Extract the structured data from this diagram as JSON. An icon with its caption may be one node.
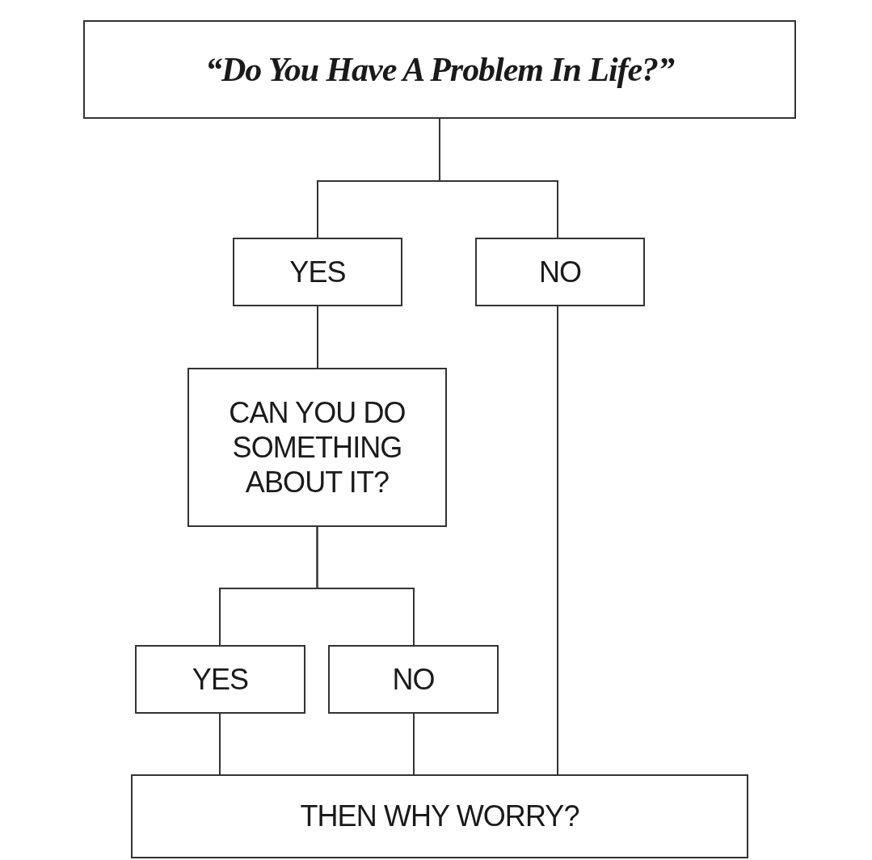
{
  "diagram": {
    "nodes": [
      {
        "text": [
          "“Do You Have A Problem In Life?”"
        ]
      },
      {
        "text": [
          "YES"
        ]
      },
      {
        "text": [
          "NO"
        ]
      },
      {
        "text": [
          "CAN YOU DO SOMETHING ABOUT IT?"
        ]
      },
      {
        "text": [
          "YES"
        ]
      },
      {
        "text": [
          "NO"
        ]
      },
      {
        "text": [
          "THEN WHY WORRY?"
        ]
      }
    ],
    "edges": [
      {
        "from": 0,
        "to": 1,
        "arrow": "none"
      },
      {
        "from": 0,
        "to": 2,
        "arrow": "none"
      },
      {
        "from": 1,
        "to": 3,
        "arrow": "none"
      },
      {
        "from": 3,
        "to": 4,
        "arrow": "none"
      },
      {
        "from": 3,
        "to": 5,
        "arrow": "none"
      },
      {
        "from": 4,
        "to": 6,
        "arrow": "none"
      },
      {
        "from": 5,
        "to": 6,
        "arrow": "none"
      },
      {
        "from": 2,
        "to": 6,
        "arrow": "none"
      }
    ]
  }
}
